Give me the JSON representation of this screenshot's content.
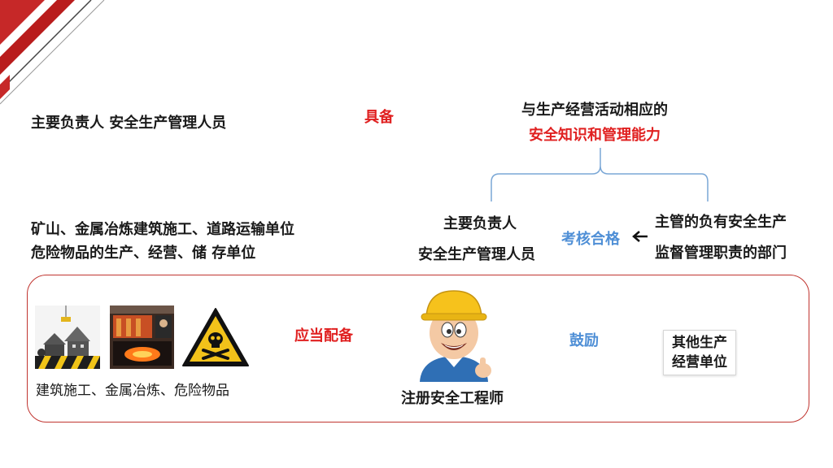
{
  "slide": {
    "top_left_subjects": "主要负责人 安全生产管理人员",
    "verb_possess": "具备",
    "requirement_line1": "与生产经营活动相应的",
    "requirement_line2": "安全知识和管理能力",
    "units_line1": "矿山、金属冶炼建筑施工、道路运输单位",
    "units_line2": "危险物品的生产、经营、储 存单位",
    "examined_line1": "主要负责人",
    "examined_line2": "安全生产管理人员",
    "verb_examine": "考核合格",
    "dept_line1": "主管的负有安全生产",
    "dept_line2": "监督管理职责的部门",
    "industries_caption": "建筑施工、金属冶炼、危险物品",
    "verb_should_equip": "应当配备",
    "engineer_caption": "注册安全工程师",
    "verb_encourage": "鼓励",
    "other_units_line1": "其他生产",
    "other_units_line2": "经营单位"
  },
  "colors": {
    "accent_red": "#e02020",
    "accent_blue": "#4f8fd6",
    "frame_red": "#c0342f",
    "bracket_blue": "#7aa7d6"
  },
  "icons": [
    "construction-image",
    "metallurgy-image",
    "toxic-hazard-icon",
    "engineer-mascot-image",
    "left-arrow-icon"
  ]
}
